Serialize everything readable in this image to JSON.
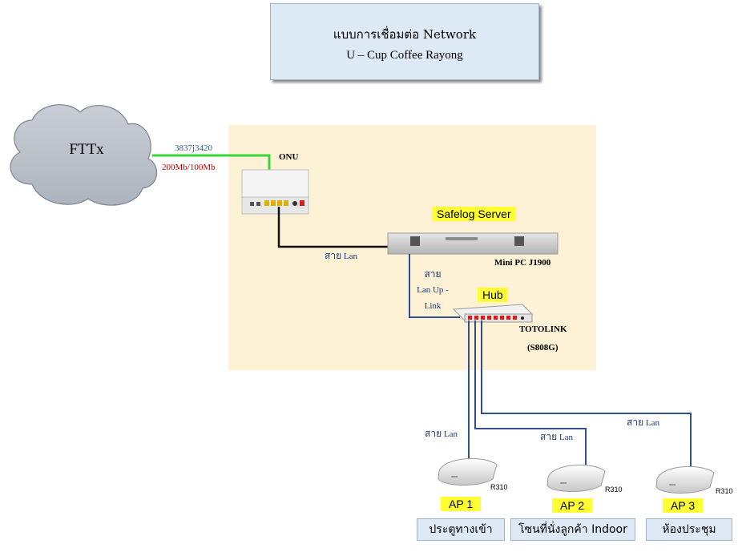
{
  "title": {
    "line1": "แบบการเชื่อมต่อ Network",
    "line2": "U – Cup Coffee Rayong"
  },
  "internet": {
    "label": "FTTx",
    "circuit_id": "3837j3420",
    "speed": "200Mb/100Mb"
  },
  "onu": {
    "label": "ONU"
  },
  "server": {
    "title": "Safelog Server",
    "model": "Mini PC J1900",
    "link_thai": "สาย",
    "link_en": "Lan"
  },
  "uplink": {
    "thai": "สาย",
    "line1": "Lan Up -",
    "line2": "Link"
  },
  "hub": {
    "title": "Hub",
    "brand": "TOTOLINK",
    "model": "(S808G)"
  },
  "lan_links": [
    {
      "thai": "สาย",
      "en": "Lan"
    },
    {
      "thai": "สาย",
      "en": "Lan"
    },
    {
      "thai": "สาย",
      "en": "Lan"
    }
  ],
  "access_points": [
    {
      "label": "AP 1",
      "model": "R310",
      "zone": "ประตูทางเข้า"
    },
    {
      "label": "AP 2",
      "model": "R310",
      "zone": "โซนที่นั่งลูกค้า Indoor"
    },
    {
      "label": "AP 3",
      "model": "R310",
      "zone": "ห้องประชุม"
    }
  ],
  "colors": {
    "fiber_line": "#39d639",
    "lan_line": "#2f4f8f",
    "onu_lan": "#111111",
    "highlight": "#ffff33",
    "site_area": "#fdf1d6",
    "title_box": "#dde9f4"
  }
}
